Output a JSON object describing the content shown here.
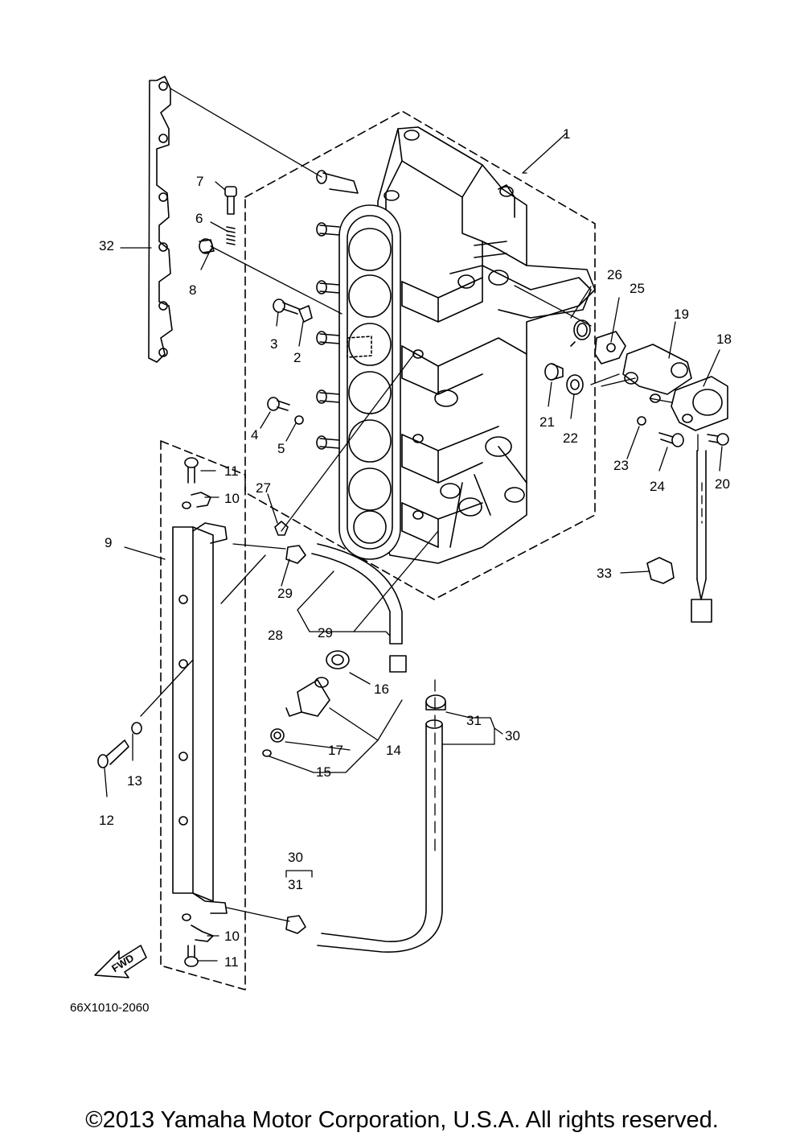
{
  "diagram": {
    "part_labels": [
      {
        "id": "p1",
        "text": "1"
      },
      {
        "id": "p2",
        "text": "2"
      },
      {
        "id": "p3",
        "text": "3"
      },
      {
        "id": "p4",
        "text": "4"
      },
      {
        "id": "p5",
        "text": "5"
      },
      {
        "id": "p6",
        "text": "6"
      },
      {
        "id": "p7",
        "text": "7"
      },
      {
        "id": "p8",
        "text": "8"
      },
      {
        "id": "p9",
        "text": "9"
      },
      {
        "id": "p10a",
        "text": "10"
      },
      {
        "id": "p10b",
        "text": "10"
      },
      {
        "id": "p11a",
        "text": "11"
      },
      {
        "id": "p11b",
        "text": "11"
      },
      {
        "id": "p12",
        "text": "12"
      },
      {
        "id": "p13",
        "text": "13"
      },
      {
        "id": "p14",
        "text": "14"
      },
      {
        "id": "p15",
        "text": "15"
      },
      {
        "id": "p16",
        "text": "16"
      },
      {
        "id": "p17",
        "text": "17"
      },
      {
        "id": "p18",
        "text": "18"
      },
      {
        "id": "p19",
        "text": "19"
      },
      {
        "id": "p20",
        "text": "20"
      },
      {
        "id": "p21",
        "text": "21"
      },
      {
        "id": "p22",
        "text": "22"
      },
      {
        "id": "p23",
        "text": "23"
      },
      {
        "id": "p24",
        "text": "24"
      },
      {
        "id": "p25",
        "text": "25"
      },
      {
        "id": "p26",
        "text": "26"
      },
      {
        "id": "p27",
        "text": "27"
      },
      {
        "id": "p28",
        "text": "28"
      },
      {
        "id": "p29a",
        "text": "29"
      },
      {
        "id": "p29b",
        "text": "29"
      },
      {
        "id": "p30a",
        "text": "30"
      },
      {
        "id": "p30b",
        "text": "30"
      },
      {
        "id": "p31a",
        "text": "31"
      },
      {
        "id": "p31b",
        "text": "31"
      },
      {
        "id": "p32",
        "text": "32"
      },
      {
        "id": "p33",
        "text": "33"
      }
    ],
    "fwd_label": "FWD",
    "diagram_code": "66X1010-2060"
  },
  "footer": {
    "copyright": "©2013 Yamaha Motor Corporation, U.S.A. All rights reserved."
  }
}
